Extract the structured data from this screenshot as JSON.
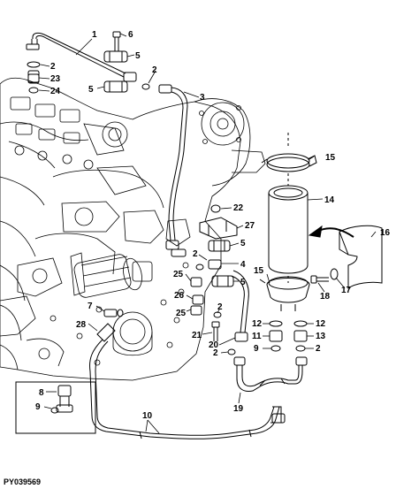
{
  "figure_id": "PY039569",
  "callouts": {
    "c1": "1",
    "c6": "6",
    "c2a": "2",
    "c23": "23",
    "c24": "24",
    "c5a": "5",
    "c2b": "2",
    "c5b": "5",
    "c3": "3",
    "c15a": "15",
    "c14": "14",
    "c22": "22",
    "c27": "27",
    "c5c": "5",
    "c2c": "2",
    "c4": "4",
    "c5d": "5",
    "c16": "16",
    "c15b": "15",
    "c25a": "25",
    "c26": "26",
    "c25b": "25",
    "c18": "18",
    "c17": "17",
    "c7": "7",
    "c2d": "2",
    "c12a": "12",
    "c12b": "12",
    "c28": "28",
    "c21": "21",
    "c11": "11",
    "c13": "13",
    "c20": "20",
    "c2e": "2",
    "c9a": "9",
    "c2f": "2",
    "c8": "8",
    "c9b": "9",
    "c19": "19",
    "c10": "10"
  }
}
